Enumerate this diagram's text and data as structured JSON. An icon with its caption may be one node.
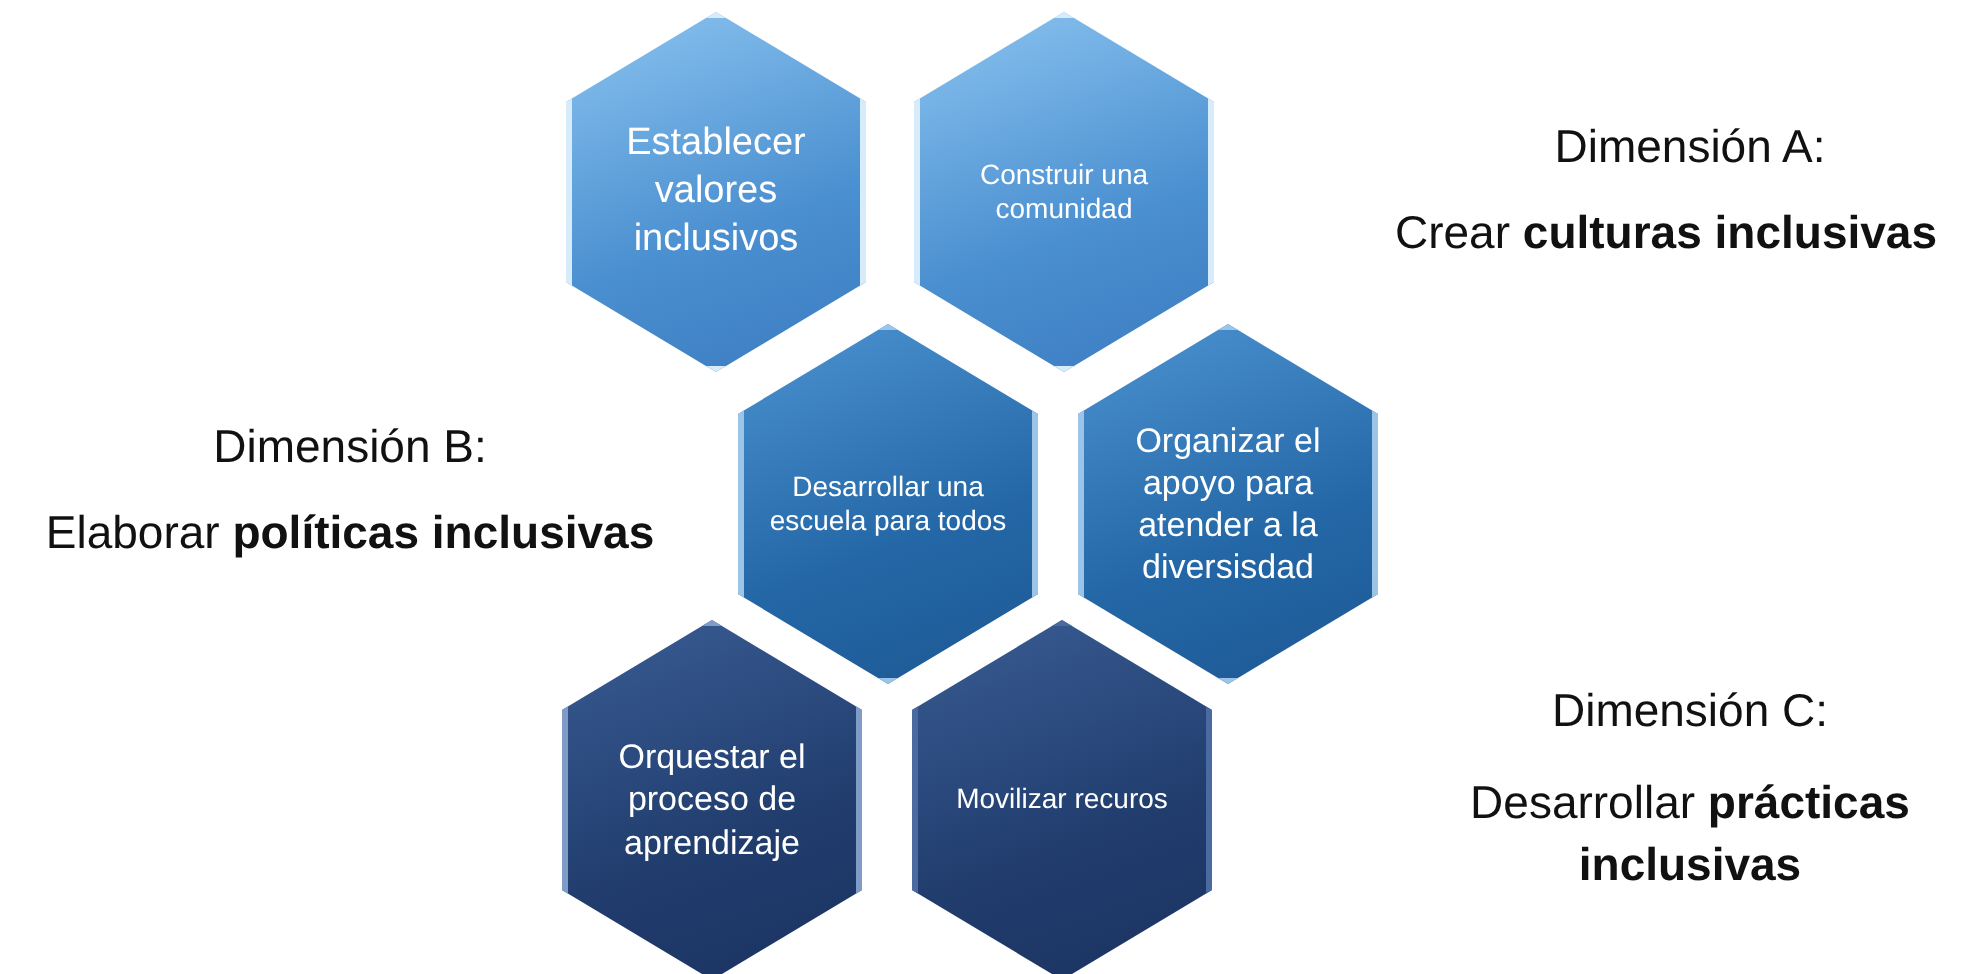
{
  "diagram": {
    "nodes": [
      {
        "text": [
          "Establecer valores inclusivos"
        ]
      },
      {
        "text": [
          "Construir una comunidad"
        ]
      },
      {
        "text": [
          "Desarrollar una escuela para todos"
        ]
      },
      {
        "text": [
          "Organizar el apoyo para atender a la diversisdad"
        ]
      },
      {
        "text": [
          "Orquestar el proceso de aprendizaje"
        ]
      },
      {
        "text": [
          "Movilizar recuros"
        ]
      }
    ],
    "labels": [
      "Dimensión A:",
      "Crear **culturas inclusivas**",
      "Dimensión B:",
      "Elaborar **políticas inclusivas**",
      "Dimensión C:",
      "Desarrollar **prácticas inclusivas**"
    ]
  }
}
